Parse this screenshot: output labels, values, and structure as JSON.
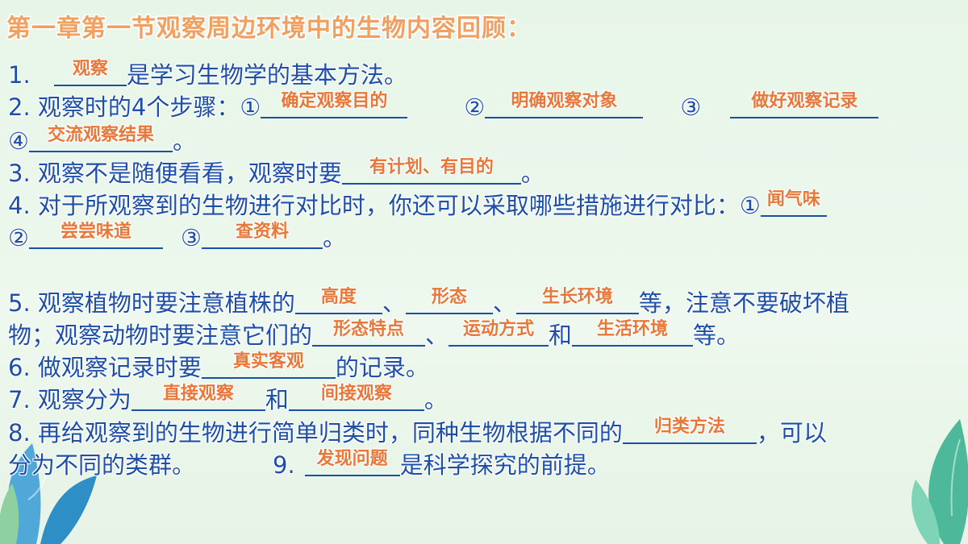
{
  "title": "第一章第一节观察周边环境中的生物内容回顾：",
  "items": {
    "q1": {
      "num": "1.",
      "answer": "观察",
      "text": "是学习生物学的基本方法。"
    },
    "q2": {
      "text": "2. 观察时的4个步骤：",
      "m1": "①",
      "a1": "确定观察目的",
      "m2": "②",
      "a2": "明确观察对象",
      "m3": "③",
      "a3": "做好观察记录",
      "m4": "④",
      "a4": "交流观察结果",
      "end": "。"
    },
    "q3": {
      "text": "3. 观察不是随便看看，观察时要",
      "answer": "有计划、有目的",
      "end": "。"
    },
    "q4": {
      "text": "4. 对于所观察到的生物进行对比时，你还可以采取哪些措施进行对比：",
      "m1": "①",
      "a1": "闻气味",
      "m2": "②",
      "a2": "尝尝味道",
      "m3": "③",
      "a3": "查资料",
      "end": "。"
    },
    "q5": {
      "text1": "5. 观察植物时要注意植株的",
      "a1": "高度",
      "sep1": "、",
      "a2": "形态",
      "sep2": "、",
      "a3": "生长环境",
      "text2": "等，注意不要破坏植",
      "text3": "物；观察动物时要注意它们的",
      "a4": "形态特点",
      "sep3": "、",
      "a5": "运动方式",
      "and": "和",
      "a6": "生活环境",
      "end": "等。"
    },
    "q6": {
      "text": "6. 做观察记录时要",
      "answer": "真实客观",
      "end": "的记录。"
    },
    "q7": {
      "text": "7. 观察分为",
      "a1": "直接观察",
      "and": "和",
      "a2": "间接观察",
      "end": "。"
    },
    "q8": {
      "text1": "8. 再给观察到的生物进行简单归类时，同种生物根据不同的",
      "answer": "归类方法",
      "text2": "，可以",
      "text3": "分为不同的类群。"
    },
    "q9": {
      "num": "9.",
      "answer": "发现问题",
      "text": "是科学探究的前提。"
    }
  },
  "colors": {
    "title": "#f0a060",
    "body_text": "#1e4fa8",
    "answer": "#e8783a",
    "background": "#e7f5e8"
  }
}
